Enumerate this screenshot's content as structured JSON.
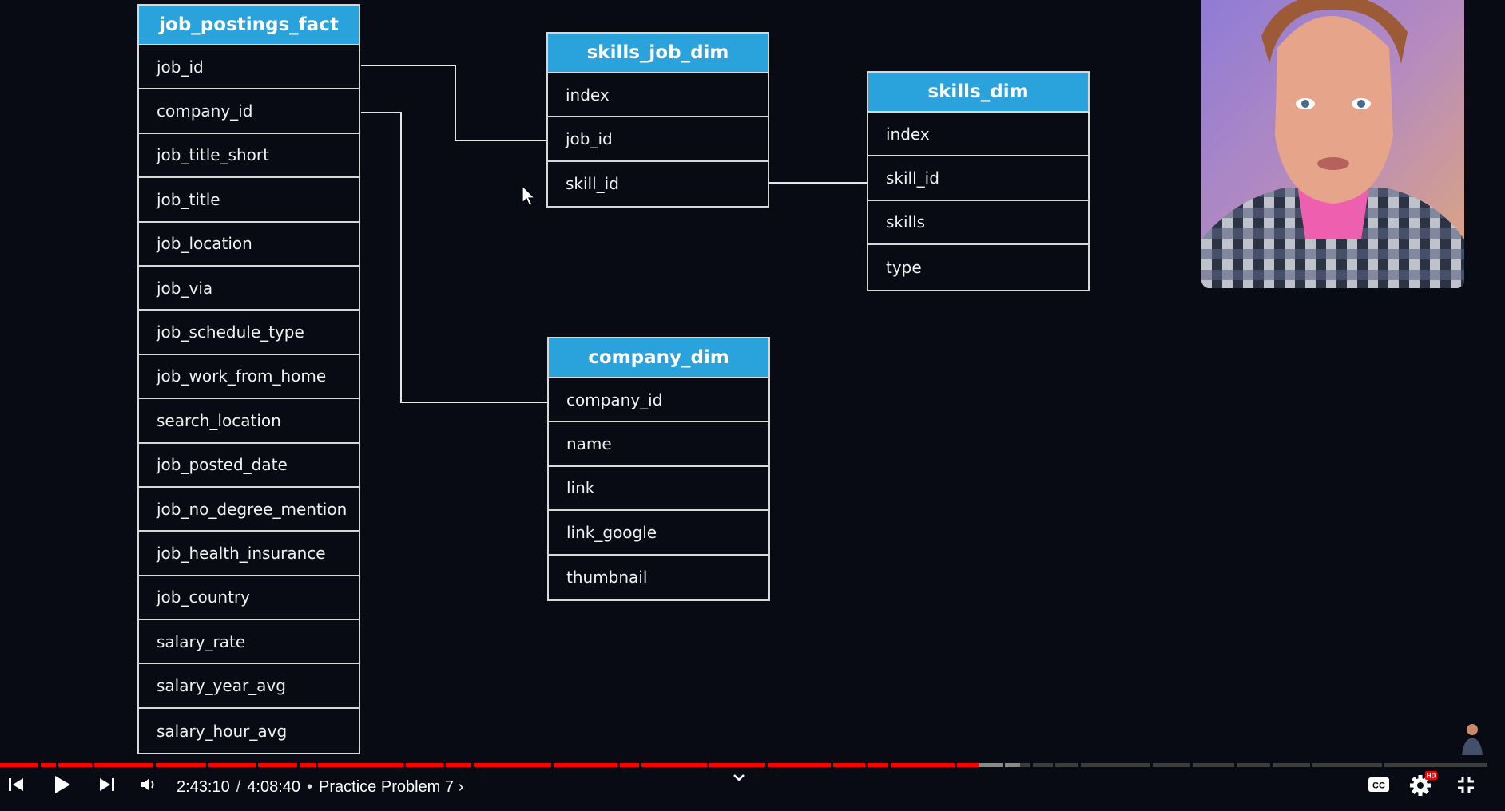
{
  "diagram": {
    "tables": [
      {
        "name": "job_postings_fact",
        "columns": [
          "job_id",
          "company_id",
          "job_title_short",
          "job_title",
          "job_location",
          "job_via",
          "job_schedule_type",
          "job_work_from_home",
          "search_location",
          "job_posted_date",
          "job_no_degree_mention",
          "job_health_insurance",
          "job_country",
          "salary_rate",
          "salary_year_avg",
          "salary_hour_avg"
        ]
      },
      {
        "name": "skills_job_dim",
        "columns": [
          "index",
          "job_id",
          "skill_id"
        ]
      },
      {
        "name": "skills_dim",
        "columns": [
          "index",
          "skill_id",
          "skills",
          "type"
        ]
      },
      {
        "name": "company_dim",
        "columns": [
          "company_id",
          "name",
          "link",
          "link_google",
          "thumbnail"
        ]
      }
    ]
  },
  "player": {
    "current_time": "2:43:10",
    "separator": "/",
    "duration": "4:08:40",
    "bullet": "•",
    "chapter": "Practice Problem 7",
    "chapter_chevron": "›",
    "played_fraction": 0.6578,
    "buffered_fraction": 0.686,
    "accent_color": "#ff0000",
    "icons": {
      "previous": "skip-previous-icon",
      "play": "play-icon",
      "next": "skip-next-icon",
      "volume": "volume-icon",
      "expand": "chevron-down-icon",
      "captions": "closed-captions-icon",
      "settings": "settings-gear-icon",
      "hd_badge": "HD",
      "exit_fullscreen": "exit-fullscreen-icon"
    }
  }
}
